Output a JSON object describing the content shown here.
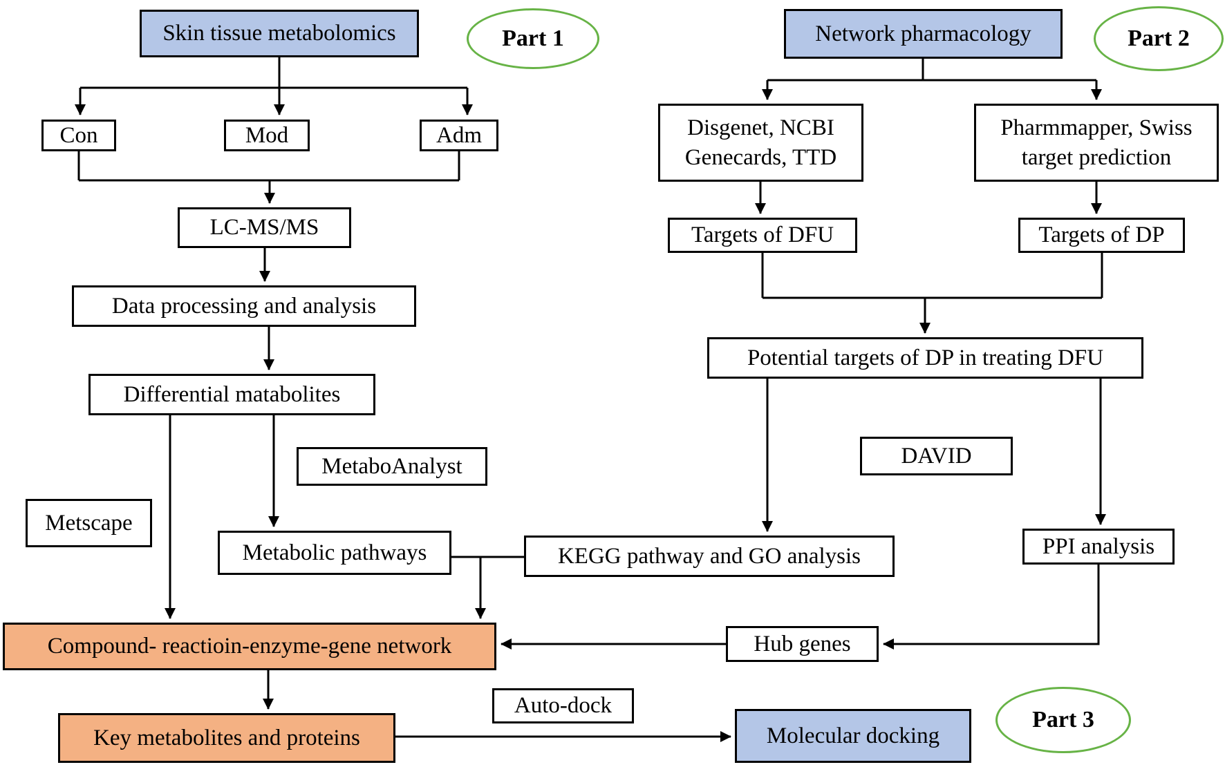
{
  "colors": {
    "box_blue": "#b4c6e7",
    "box_orange": "#f4b183",
    "ellipse_green": "#67b346",
    "line_black": "#000000"
  },
  "parts": {
    "part1": {
      "label": "Part 1"
    },
    "part2": {
      "label": "Part 2"
    },
    "part3": {
      "label": "Part 3"
    }
  },
  "nodes": {
    "skin": {
      "label": "Skin tissue metabolomics"
    },
    "con": {
      "label": "Con"
    },
    "mod": {
      "label": "Mod"
    },
    "adm": {
      "label": "Adm"
    },
    "lcms": {
      "label": "LC-MS/MS"
    },
    "dataproc": {
      "label": "Data processing and analysis"
    },
    "diffmet": {
      "label": "Differential matabolites"
    },
    "metaboanalyst": {
      "label": "MetaboAnalyst"
    },
    "metscape": {
      "label": "Metscape"
    },
    "metpath": {
      "label": "Metabolic pathways"
    },
    "compound": {
      "label": "Compound- reactioin-enzyme-gene network"
    },
    "keymet": {
      "label": "Key metabolites and proteins"
    },
    "autodock": {
      "label": "Auto-dock"
    },
    "moldock": {
      "label": "Molecular docking"
    },
    "netpharm": {
      "label": "Network pharmacology"
    },
    "disgenet": {
      "label": "Disgenet, NCBI Genecards, TTD"
    },
    "pharmmapper": {
      "label": "Pharmmapper, Swiss target prediction"
    },
    "targets_dfu": {
      "label": "Targets of DFU"
    },
    "targets_dp": {
      "label": "Targets of DP"
    },
    "potential": {
      "label": "Potential targets of DP in treating DFU"
    },
    "david": {
      "label": "DAVID"
    },
    "kegg": {
      "label": "KEGG pathway and GO analysis"
    },
    "ppi": {
      "label": "PPI analysis"
    },
    "hubgenes": {
      "label": "Hub genes"
    }
  },
  "edges": [
    {
      "from": "Skin tissue metabolomics",
      "to": "Con",
      "style": "arrow"
    },
    {
      "from": "Skin tissue metabolomics",
      "to": "Mod",
      "style": "arrow"
    },
    {
      "from": "Skin tissue metabolomics",
      "to": "Adm",
      "style": "arrow"
    },
    {
      "from": "Con / Adm (merged)",
      "to": "LC-MS/MS",
      "style": "arrow"
    },
    {
      "from": "LC-MS/MS",
      "to": "Data processing and analysis",
      "style": "arrow"
    },
    {
      "from": "Data processing and analysis",
      "to": "Differential matabolites",
      "style": "arrow"
    },
    {
      "from": "Differential matabolites",
      "to": "Compound- reactioin-enzyme-gene network",
      "via": "Metscape",
      "style": "arrow"
    },
    {
      "from": "Differential matabolites",
      "to": "Metabolic pathways",
      "via": "MetaboAnalyst",
      "style": "arrow"
    },
    {
      "from": "Metabolic pathways",
      "to": "KEGG pathway and GO analysis",
      "style": "plain"
    },
    {
      "from": "Metabolic pathways / KEGG junction",
      "to": "Compound- reactioin-enzyme-gene network",
      "style": "arrow"
    },
    {
      "from": "Compound- reactioin-enzyme-gene network",
      "to": "Key metabolites and proteins",
      "style": "arrow"
    },
    {
      "from": "Key metabolites and proteins",
      "to": "Molecular docking",
      "via": "Auto-dock",
      "style": "arrow"
    },
    {
      "from": "Network pharmacology",
      "to": "Disgenet, NCBI Genecards, TTD",
      "style": "arrow"
    },
    {
      "from": "Network pharmacology",
      "to": "Pharmmapper, Swiss target prediction",
      "style": "arrow"
    },
    {
      "from": "Disgenet, NCBI Genecards, TTD",
      "to": "Targets of DFU",
      "style": "arrow"
    },
    {
      "from": "Pharmmapper, Swiss target prediction",
      "to": "Targets of DP",
      "style": "arrow"
    },
    {
      "from": "Targets of DFU / Targets of DP (merged)",
      "to": "Potential targets of DP in treating DFU",
      "style": "arrow"
    },
    {
      "from": "Potential targets of DP in treating DFU",
      "to": "KEGG pathway and GO analysis",
      "via": "DAVID",
      "style": "arrow"
    },
    {
      "from": "Potential targets of DP in treating DFU",
      "to": "PPI analysis",
      "via": "DAVID",
      "style": "arrow"
    },
    {
      "from": "PPI analysis",
      "to": "Hub genes",
      "style": "arrow"
    },
    {
      "from": "Hub genes",
      "to": "Compound- reactioin-enzyme-gene network",
      "style": "arrow"
    }
  ]
}
